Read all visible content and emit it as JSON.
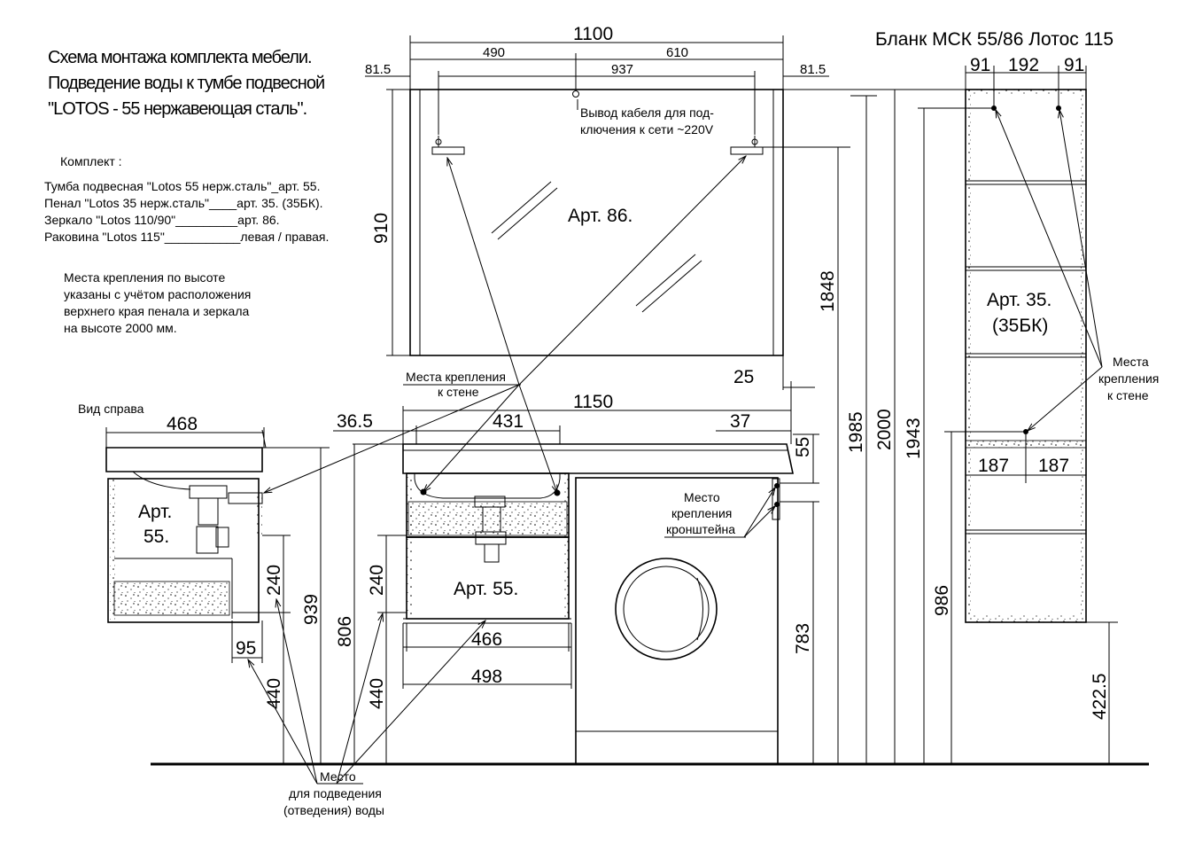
{
  "title_lines": [
    "Схема монтажа комплекта мебели.",
    "Подведение воды к тумбе подвесной",
    "\"LOTOS - 55 нержавеющая сталь\"."
  ],
  "blank_title": "Бланк МСК 55/86 Лотос 115",
  "kit_heading": "Комплект :",
  "kit_items": [
    "Тумба подвесная \"Lotos 55 нерж.сталь\"_арт. 55.",
    "Пенал \"Lotos 35 нерж.сталь\"____арт. 35. (35БК).",
    "Зеркало \"Lotos 110/90\"_________арт. 86.",
    "Раковина \"Lotos 115\"___________левая / правая."
  ],
  "mount_note": [
    "Места крепления по высоте",
    "указаны с учётом расположения",
    "верхнего края пенала и зеркала",
    "на высоте 2000 мм."
  ],
  "side_view_label": "Вид  справа",
  "labels": {
    "art86": "Арт. 86.",
    "art35": "Арт. 35.",
    "art35bk": "(35БК)",
    "art55_main": "Арт. 55.",
    "art55_side_1": "Арт.",
    "art55_side_2": "55.",
    "cable_1": "Вывод кабеля для под-",
    "cable_2": "ключения к сети ~220V",
    "wall_mount_1": "Места крепления",
    "wall_mount_2": "к стене",
    "wall_mount_r1": "Места",
    "wall_mount_r2": "крепления",
    "wall_mount_r3": "к стене",
    "bracket_1": "Место",
    "bracket_2": "крепления",
    "bracket_3": "кронштейна",
    "water_1": "Место",
    "water_2": "для подведения",
    "water_3": "(отведения) воды"
  },
  "dims": {
    "d1100": "1100",
    "d490": "490",
    "d610": "610",
    "d937": "937",
    "d81_5_l": "81.5",
    "d81_5_r": "81.5",
    "d910": "910",
    "d1848": "1848",
    "d1985": "1985",
    "d2000": "2000",
    "d1943": "1943",
    "d25": "25",
    "d1150": "1150",
    "d36_5": "36.5",
    "d431": "431",
    "d37": "37",
    "d55": "55",
    "d468": "468",
    "d240_l": "240",
    "d240_r": "240",
    "d939": "939",
    "d806": "806",
    "d783": "783",
    "d95": "95",
    "d440_l": "440",
    "d440_r": "440",
    "d466": "466",
    "d498": "498",
    "d91_l": "91",
    "d192": "192",
    "d91_r": "91",
    "d187_l": "187",
    "d187_r": "187",
    "d986": "986",
    "d422_5": "422.5"
  }
}
